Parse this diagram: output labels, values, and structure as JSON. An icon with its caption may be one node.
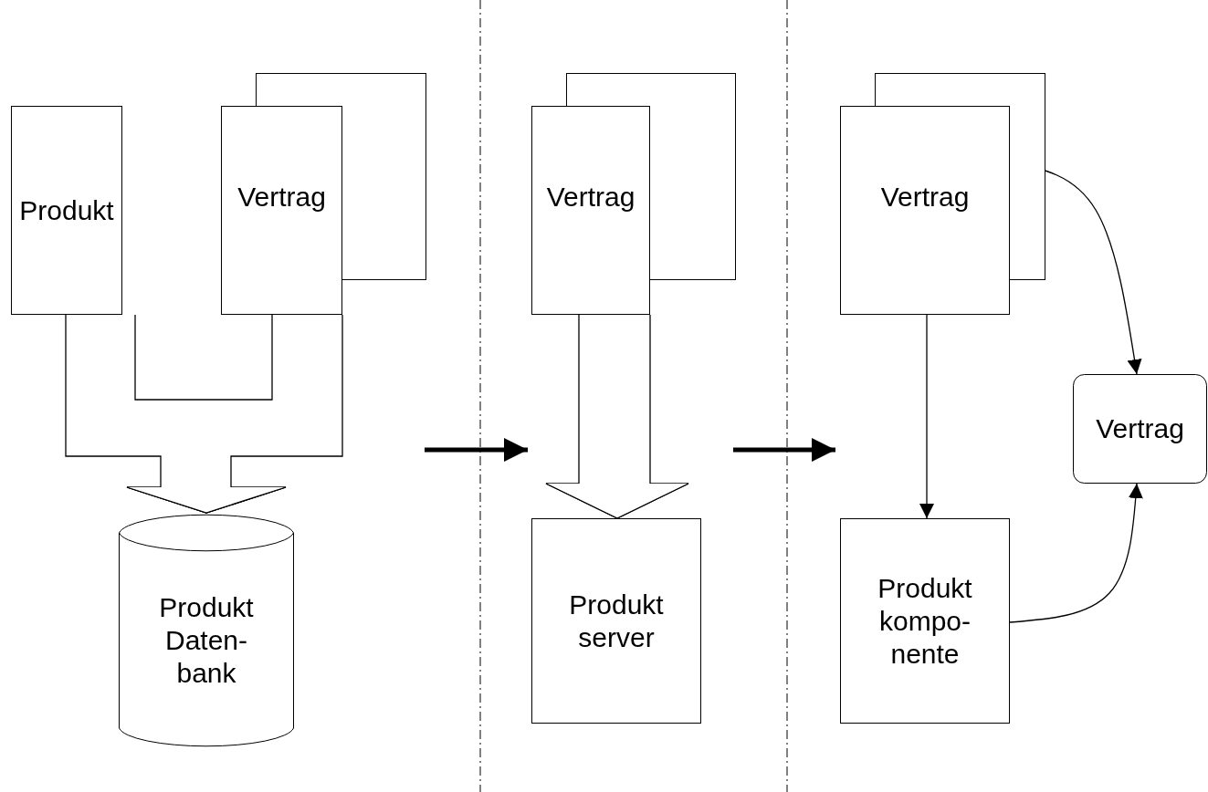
{
  "diagram": {
    "nodes": [
      {
        "text": [
          "Produkt"
        ]
      },
      {
        "text": [
          "Vertrag"
        ]
      },
      {
        "text": [
          "Produkt Daten- bank"
        ]
      },
      {
        "text": [
          "Vertrag"
        ]
      },
      {
        "text": [
          "Produkt server"
        ]
      },
      {
        "text": [
          "Vertrag"
        ]
      },
      {
        "text": [
          "Vertrag"
        ]
      },
      {
        "text": [
          "Produkt kompo- nente"
        ]
      }
    ],
    "edges": [
      {
        "from": 0,
        "to": 2,
        "arrow": "to"
      },
      {
        "from": 1,
        "to": 2,
        "arrow": "to"
      },
      {
        "from": 3,
        "to": 4,
        "arrow": "to"
      },
      {
        "from": 5,
        "to": 7,
        "arrow": "to"
      },
      {
        "from": 5,
        "to": 6,
        "arrow": "to"
      },
      {
        "from": 7,
        "to": 6,
        "arrow": "to"
      }
    ]
  }
}
